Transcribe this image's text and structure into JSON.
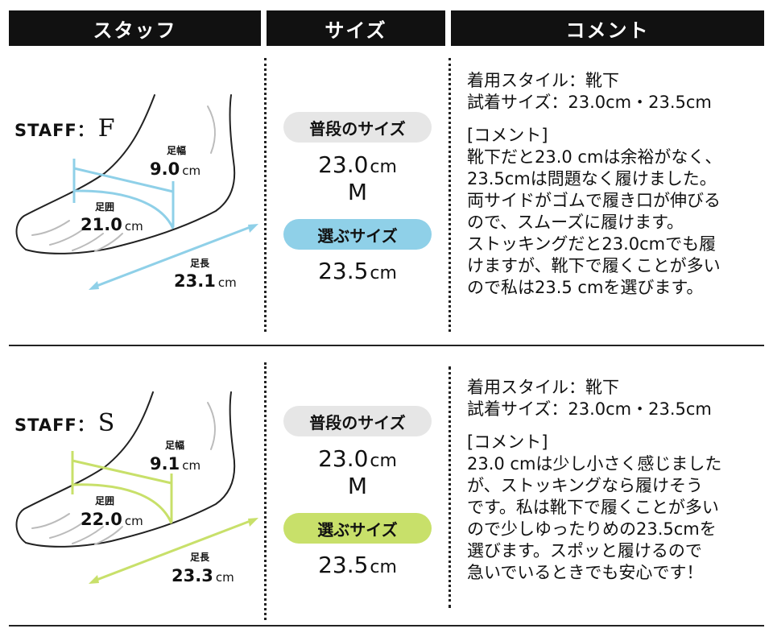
{
  "headers": {
    "staff": "スタッフ",
    "size": "サイズ",
    "comment": "コメント"
  },
  "rows": [
    {
      "staff_prefix": "STAFF：",
      "staff_initial": "F",
      "width_label": "足幅",
      "width_value": "9.0",
      "width_unit": "cm",
      "girth_label": "足囲",
      "girth_value": "21.0",
      "girth_unit": "cm",
      "length_label": "足長",
      "length_value": "23.1",
      "length_unit": "cm",
      "accent": "#8fd0e8",
      "usual_label": "普段のサイズ",
      "usual_size": "23.0",
      "usual_unit": "cm",
      "usual_letter": "M",
      "chosen_label": "選ぶサイズ",
      "chosen_size": "23.5",
      "chosen_unit": "cm",
      "style_line": "着用スタイル：靴下",
      "trial_line": "試着サイズ：23.0cm・23.5cm",
      "comment_heading": "[コメント]",
      "comment_lines": [
        "靴下だと23.0 cmは余裕がなく、",
        "23.5cmは問題なく履けました。",
        "両サイドがゴムで履き口が伸びる",
        "ので、スムーズに履けます。",
        "ストッキングだと23.0cmでも履",
        "けますが、靴下で履くことが多い",
        "ので私は23.5 cmを選びます。"
      ]
    },
    {
      "staff_prefix": "STAFF：",
      "staff_initial": "S",
      "width_label": "足幅",
      "width_value": "9.1",
      "width_unit": "cm",
      "girth_label": "足囲",
      "girth_value": "22.0",
      "girth_unit": "cm",
      "length_label": "足長",
      "length_value": "23.3",
      "length_unit": "cm",
      "accent": "#c8e06a",
      "usual_label": "普段のサイズ",
      "usual_size": "23.0",
      "usual_unit": "cm",
      "usual_letter": "M",
      "chosen_label": "選ぶサイズ",
      "chosen_size": "23.5",
      "chosen_unit": "cm",
      "style_line": "着用スタイル：靴下",
      "trial_line": "試着サイズ：23.0cm・23.5cm",
      "comment_heading": "[コメント]",
      "comment_lines": [
        "23.0 cmは少し小さく感じました",
        "が、ストッキングなら履けそう",
        "です。私は靴下で履くことが多い",
        "ので少しゆったりめの23.5cmを",
        "選びます。スポッと履けるので",
        "急いでいるときでも安心です！"
      ]
    }
  ],
  "colors": {
    "pill_gray": "#e6e6e6",
    "header_bg": "#111111"
  }
}
